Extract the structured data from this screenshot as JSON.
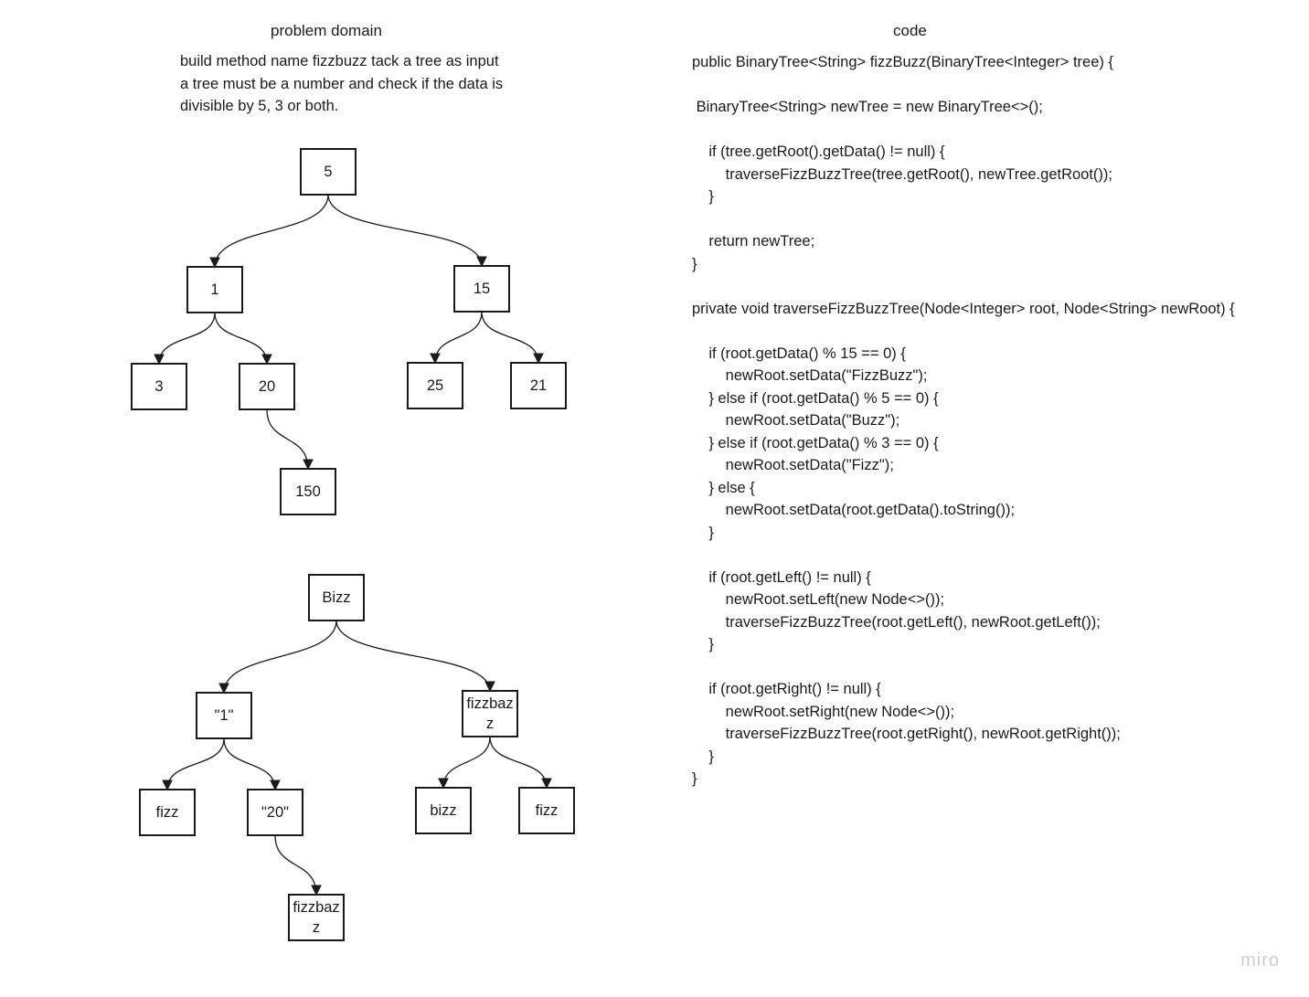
{
  "headings": {
    "problem": "problem domain",
    "code": "code"
  },
  "problem_lines": [
    "build method name fizzbuzz tack a tree as input",
    "a tree must be a number and check if the data is",
    "divisible by 5, 3 or both."
  ],
  "input_tree": {
    "nodes": [
      {
        "id": "n5",
        "label": "5"
      },
      {
        "id": "n1",
        "label": "1"
      },
      {
        "id": "n15",
        "label": "15"
      },
      {
        "id": "n3",
        "label": "3"
      },
      {
        "id": "n20",
        "label": "20"
      },
      {
        "id": "n25",
        "label": "25"
      },
      {
        "id": "n21",
        "label": "21"
      },
      {
        "id": "n150",
        "label": "150"
      }
    ],
    "edges": [
      [
        "n5",
        "n1"
      ],
      [
        "n5",
        "n15"
      ],
      [
        "n1",
        "n3"
      ],
      [
        "n1",
        "n20"
      ],
      [
        "n15",
        "n25"
      ],
      [
        "n15",
        "n21"
      ],
      [
        "n20",
        "n150"
      ]
    ]
  },
  "output_tree": {
    "nodes": [
      {
        "id": "b5",
        "label": "Bizz"
      },
      {
        "id": "b1",
        "label": "\"1\""
      },
      {
        "id": "b15",
        "label": "fizzbaz z"
      },
      {
        "id": "b3",
        "label": "fizz"
      },
      {
        "id": "b20",
        "label": "\"20\""
      },
      {
        "id": "b25",
        "label": "bizz"
      },
      {
        "id": "b21",
        "label": "fizz"
      },
      {
        "id": "b150",
        "label": "fizzbaz z"
      }
    ],
    "edges": [
      [
        "b5",
        "b1"
      ],
      [
        "b5",
        "b15"
      ],
      [
        "b1",
        "b3"
      ],
      [
        "b1",
        "b20"
      ],
      [
        "b15",
        "b25"
      ],
      [
        "b15",
        "b21"
      ],
      [
        "b20",
        "b150"
      ]
    ]
  },
  "code_lines": [
    "public BinaryTree<String> fizzBuzz(BinaryTree<Integer> tree) {",
    "",
    " BinaryTree<String> newTree = new BinaryTree<>();",
    "",
    "    if (tree.getRoot().getData() != null) {",
    "        traverseFizzBuzzTree(tree.getRoot(), newTree.getRoot());",
    "    }",
    "",
    "    return newTree;",
    "}",
    "",
    "private void traverseFizzBuzzTree(Node<Integer> root, Node<String> newRoot) {",
    "",
    "    if (root.getData() % 15 == 0) {",
    "        newRoot.setData(\"FizzBuzz\");",
    "    } else if (root.getData() % 5 == 0) {",
    "        newRoot.setData(\"Buzz\");",
    "    } else if (root.getData() % 3 == 0) {",
    "        newRoot.setData(\"Fizz\");",
    "    } else {",
    "        newRoot.setData(root.getData().toString());",
    "    }",
    "",
    "    if (root.getLeft() != null) {",
    "        newRoot.setLeft(new Node<>());",
    "        traverseFizzBuzzTree(root.getLeft(), newRoot.getLeft());",
    "    }",
    "",
    "    if (root.getRight() != null) {",
    "        newRoot.setRight(new Node<>());",
    "        traverseFizzBuzzTree(root.getRight(), newRoot.getRight());",
    "    }",
    "}"
  ],
  "watermark": "miro"
}
